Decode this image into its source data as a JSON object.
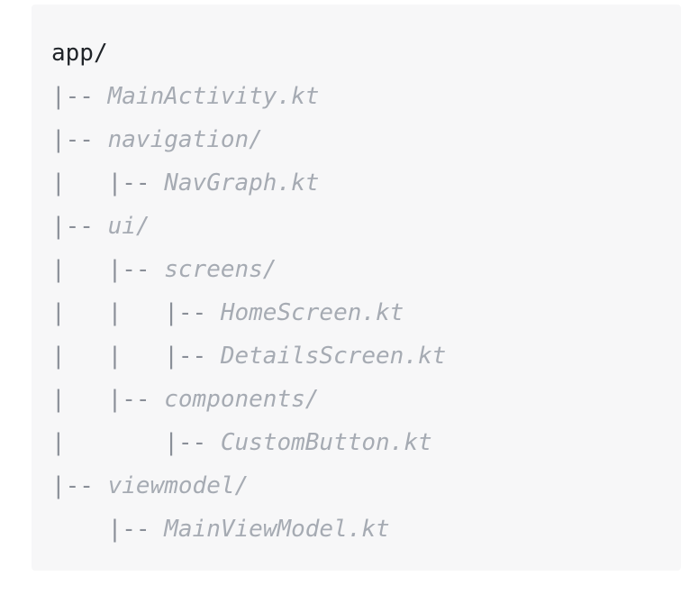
{
  "tree": {
    "root": "app/",
    "lines": [
      {
        "prefix": "|-- ",
        "name": "MainActivity.kt"
      },
      {
        "prefix": "|-- ",
        "name": "navigation/"
      },
      {
        "prefix": "|   |-- ",
        "name": "NavGraph.kt"
      },
      {
        "prefix": "|-- ",
        "name": "ui/"
      },
      {
        "prefix": "|   |-- ",
        "name": "screens/"
      },
      {
        "prefix": "|   |   |-- ",
        "name": "HomeScreen.kt"
      },
      {
        "prefix": "|   |   |-- ",
        "name": "DetailsScreen.kt"
      },
      {
        "prefix": "|   |-- ",
        "name": "components/"
      },
      {
        "prefix": "|       |-- ",
        "name": "CustomButton.kt"
      },
      {
        "prefix": "|-- ",
        "name": "viewmodel/"
      },
      {
        "prefix": "    |-- ",
        "name": "MainViewModel.kt"
      }
    ]
  },
  "colors": {
    "background": "#f7f7f8",
    "root_text": "#1f2328",
    "branch_text": "#8a8f98",
    "name_text": "#a6abb3"
  }
}
